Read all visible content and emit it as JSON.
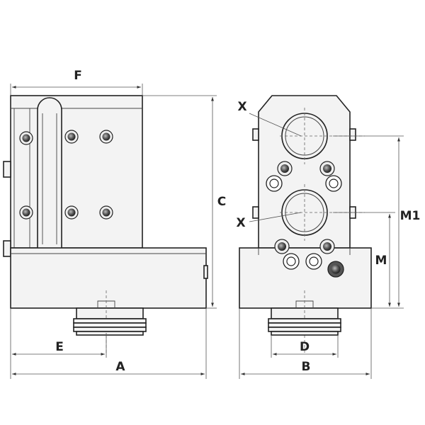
{
  "labels": {
    "f": "F",
    "c": "C",
    "e": "E",
    "a": "A",
    "x_top": "X",
    "x_bottom": "X",
    "m1": "M1",
    "m": "M",
    "d": "D",
    "b": "B"
  }
}
